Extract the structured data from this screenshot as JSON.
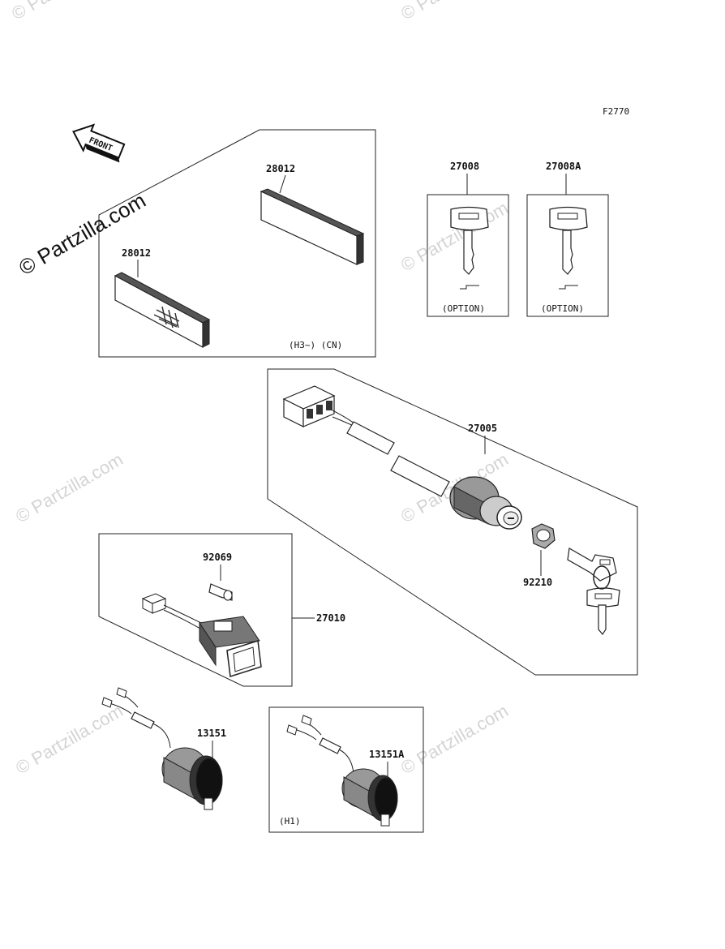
{
  "figure_code": "F2770",
  "front_label": "FRONT",
  "watermark_main": "© Partzilla.com",
  "watermark_faint": "© Partzilla.com",
  "callouts": {
    "p28012_top": "28012",
    "p28012_bottom": "28012",
    "p27008": "27008",
    "p27008A": "27008A",
    "p27005": "27005",
    "p92069": "92069",
    "p27010": "27010",
    "p92210": "92210",
    "p13151": "13151",
    "p13151A": "13151A"
  },
  "notes": {
    "reflector_box": "(H3~)  (CN)",
    "key_option_1": "(OPTION)",
    "key_option_2": "(OPTION)",
    "h1_box": "(H1)"
  }
}
